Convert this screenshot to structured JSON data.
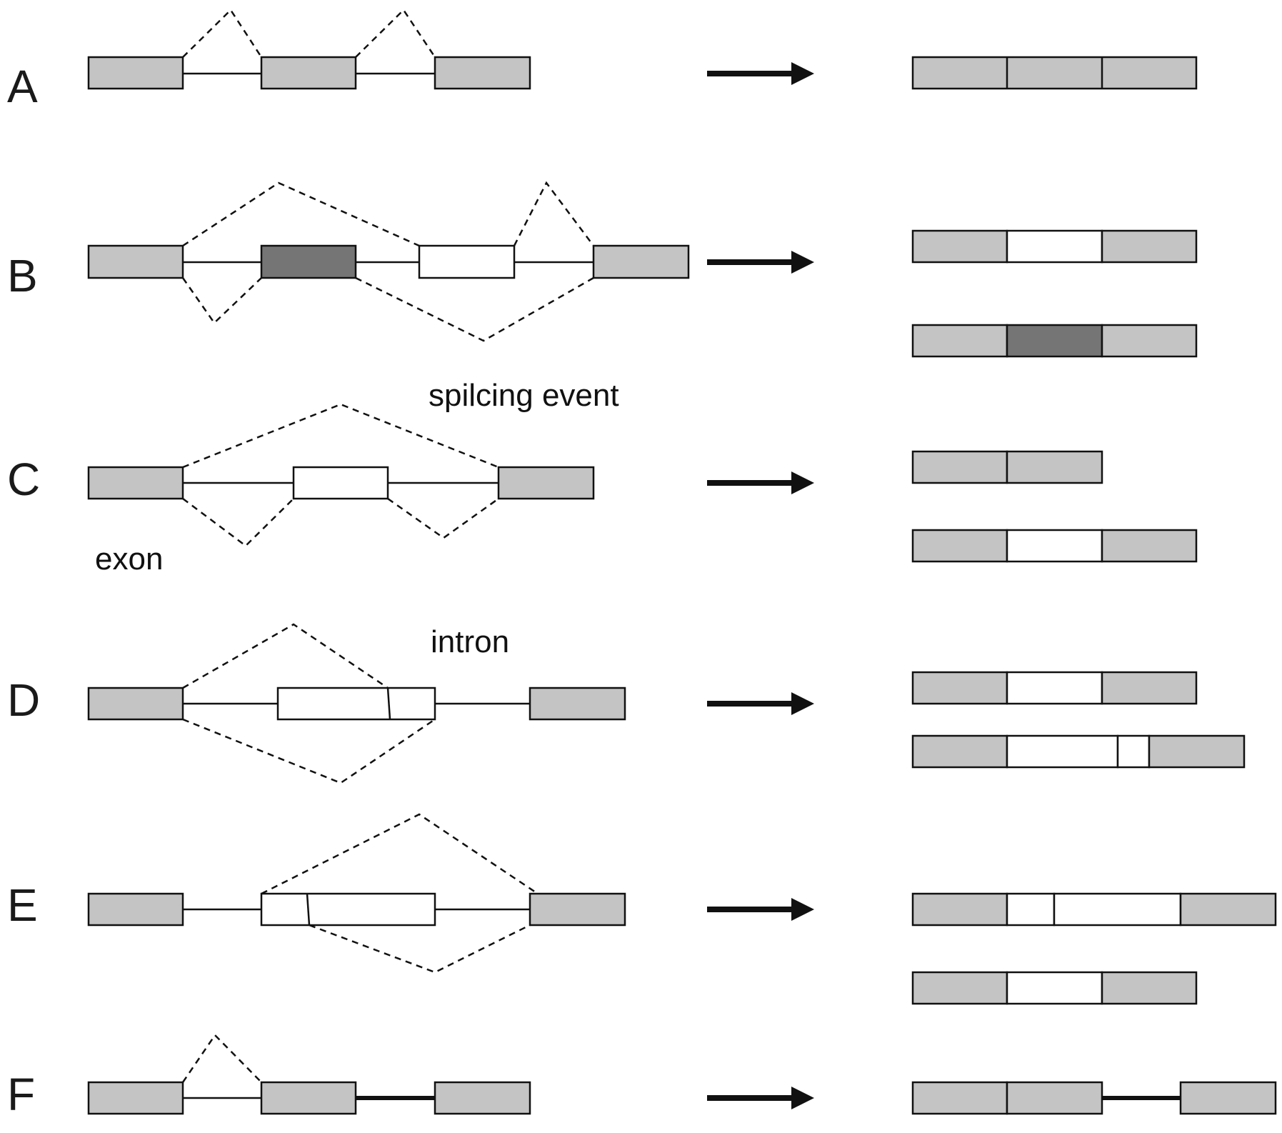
{
  "colors": {
    "exon_constitutive": "#c4c4c4",
    "exon_alternative_dark": "#757575",
    "exon_alternative_light": "#ffffff",
    "line": "#111111"
  },
  "annotations": {
    "splicing_event": "spilcing event",
    "exon": "exon",
    "intron": "intron"
  },
  "rows": [
    {
      "id": "A",
      "label": "A",
      "pre_mrna_exons": 3,
      "products": 1
    },
    {
      "id": "B",
      "label": "B",
      "pre_mrna_exons": 4,
      "products": 2
    },
    {
      "id": "C",
      "label": "C",
      "pre_mrna_exons": 3,
      "products": 2
    },
    {
      "id": "D",
      "label": "D",
      "pre_mrna_exons": 3,
      "products": 2
    },
    {
      "id": "E",
      "label": "E",
      "pre_mrna_exons": 3,
      "products": 2
    },
    {
      "id": "F",
      "label": "F",
      "pre_mrna_exons": 3,
      "products": 1
    }
  ]
}
